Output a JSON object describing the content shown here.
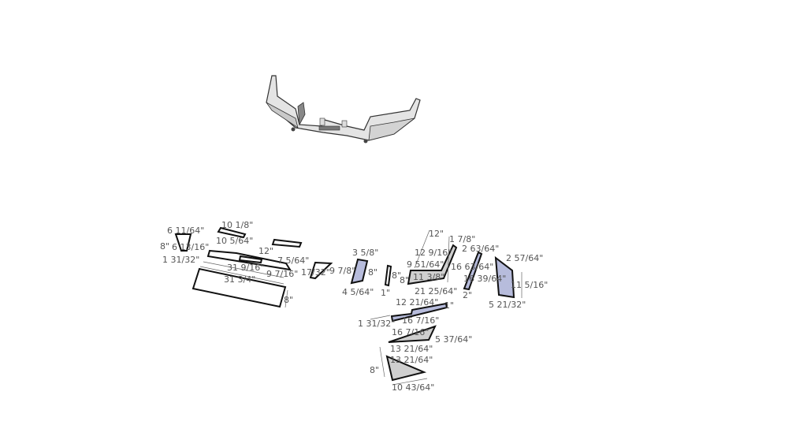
{
  "colors": {
    "part_blue": "#b7bcdc",
    "part_grey": "#cfcfcf",
    "outline": "#111111",
    "dimension_text": "#555555"
  },
  "labels": [
    "6 11/64\"",
    "8\"",
    "6 13/16\"",
    "1 31/32\"",
    "10 1/8\"",
    "10 5/64\"",
    "12\"",
    "7 5/64\"",
    "31 9/16\"",
    "31 3/4\"",
    "9 7/16\"",
    "17/32\"",
    "8\"",
    "9 7/8\"",
    "3 5/8\"",
    "8\"",
    "4 5/64\"",
    "1\"",
    "8\"",
    "12\"",
    "1 7/8\"",
    "12 9/16\"",
    "9 51/64\"",
    "11 3/8\"",
    "8\"",
    "16 63/64\"",
    "21 25/64\"",
    "2 63/64\"",
    "16 39/64\"",
    "2\"",
    "2 57/64\"",
    "11 5/16\"",
    "5 21/32\"",
    "12 21/64\"",
    "1\"",
    "1 31/32\"",
    "16 7/16\"",
    "16 7/16\"",
    "5 37/64\"",
    "13 21/64\"",
    "13 21/64\"",
    "8\"",
    "10 43/64\""
  ]
}
